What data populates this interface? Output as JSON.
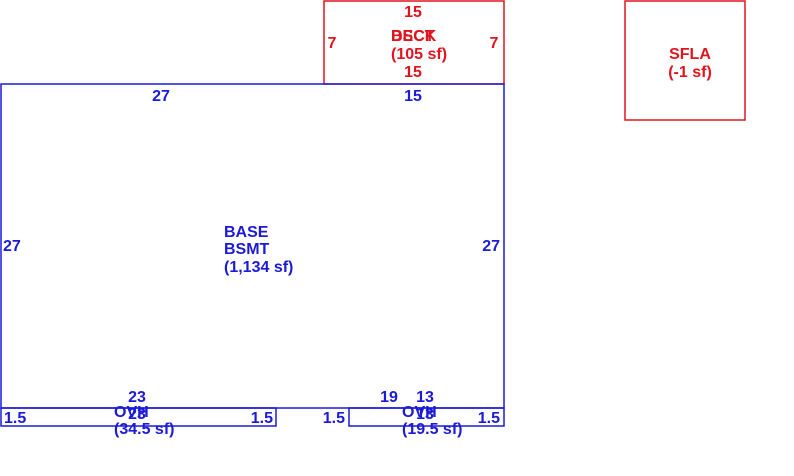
{
  "colors": {
    "base": "#1a1ad8",
    "deck": "#e0141e"
  },
  "deck": {
    "name_a": "DECK",
    "name_b": "BSCT",
    "area": "(105 sf)",
    "dim_top": "15",
    "dim_bottom": "15",
    "dim_left": "7",
    "dim_right": "7"
  },
  "sfla": {
    "name": "SFLA",
    "area": "(-1 sf)"
  },
  "base": {
    "name": "BASE",
    "name2": "BSMT",
    "area": "(1,134 sf)",
    "dim_top_left": "27",
    "dim_top_right": "15",
    "dim_left": "27",
    "dim_right": "27",
    "dim_bottom_left": "23",
    "dim_bottom_right_a": "19",
    "dim_bottom_right_b": "13"
  },
  "ovh_left": {
    "name": "OVH",
    "dim_overlap": "23",
    "area": "(34.5 sf)",
    "dim_left": "1.5",
    "dim_right": "1.5"
  },
  "ovh_right": {
    "name": "OVH",
    "dim_overlap": "13",
    "area": "(19.5 sf)",
    "dim_left": "1.5",
    "dim_right": "1.5"
  }
}
